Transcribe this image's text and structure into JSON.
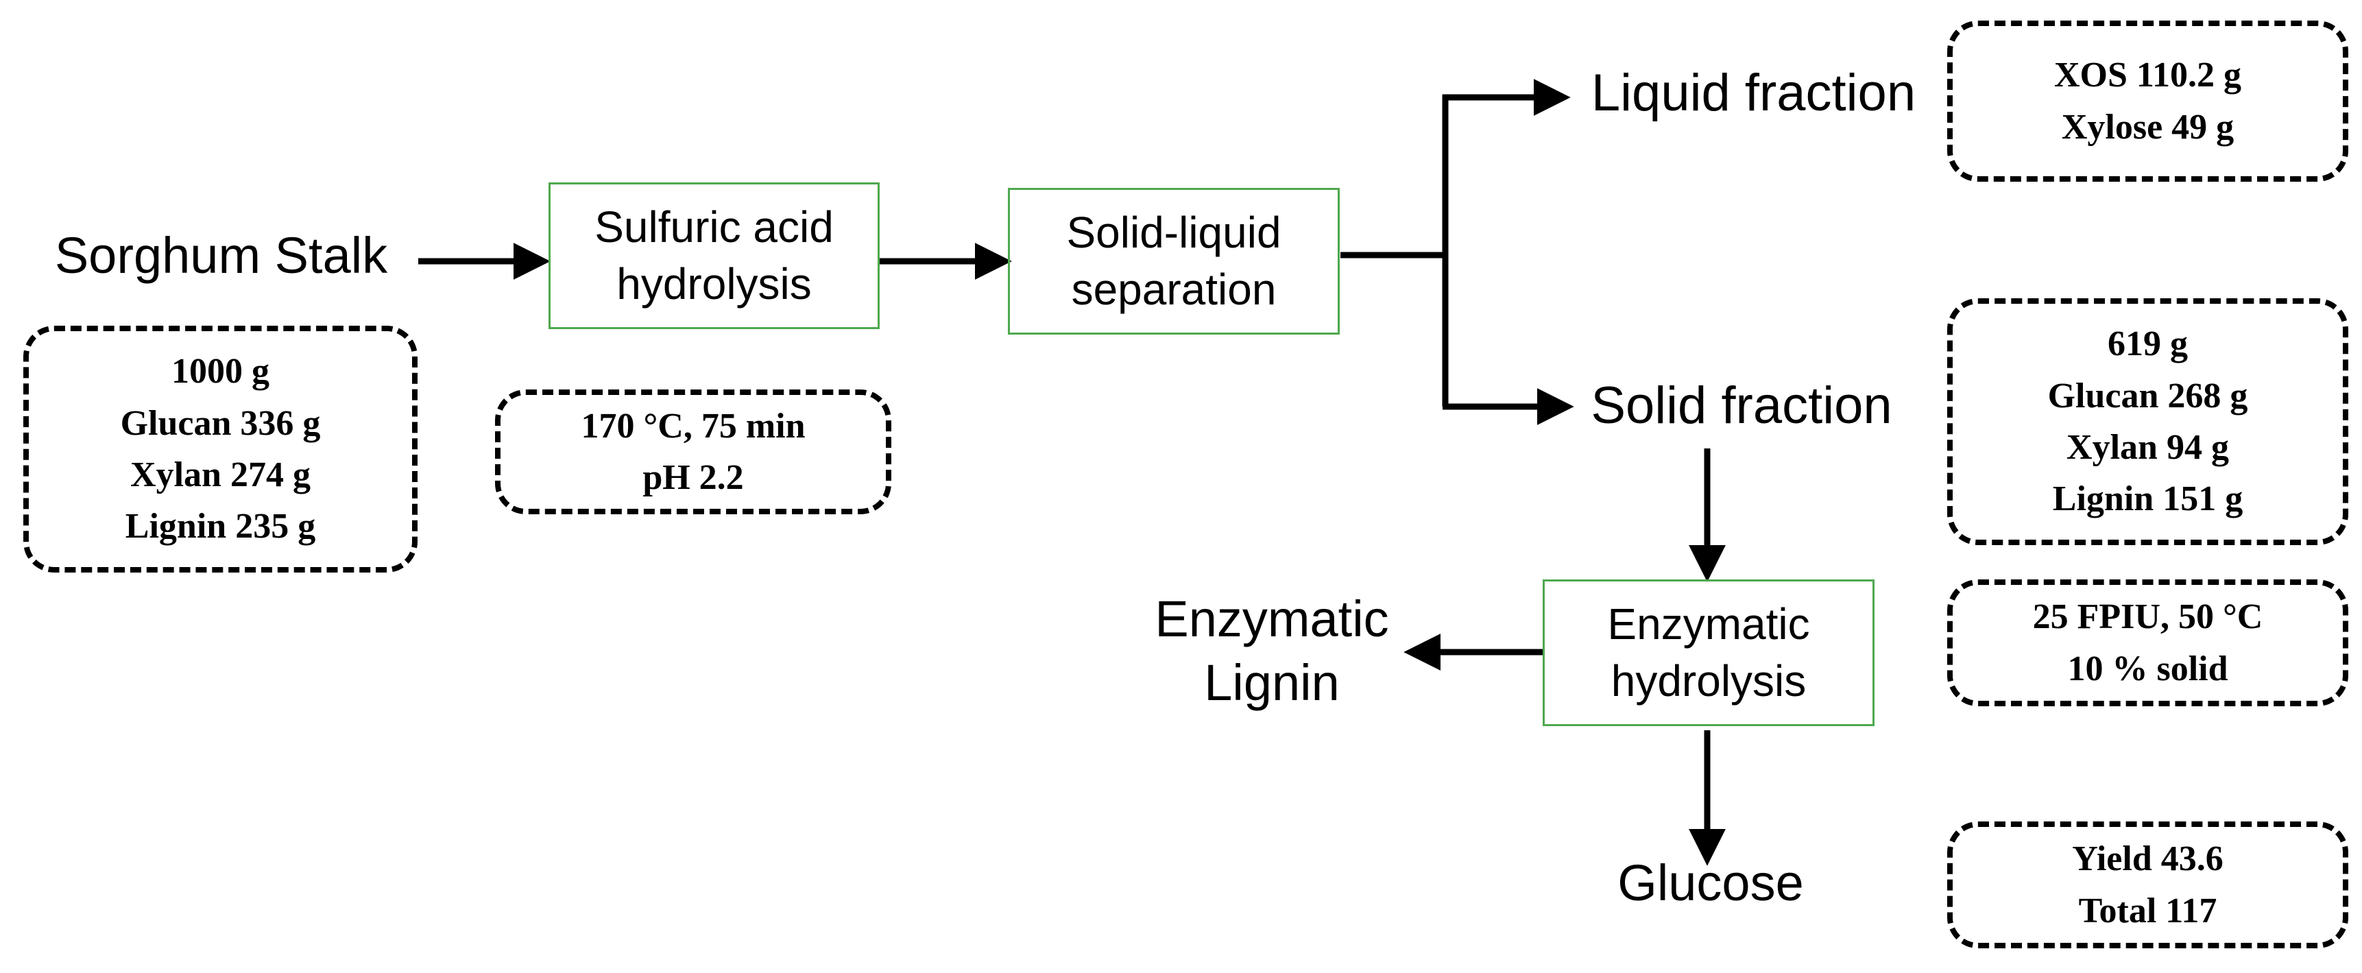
{
  "nodes": {
    "sorghum_stalk": "Sorghum Stalk",
    "acid_hydrolysis": [
      "Sulfuric acid",
      "hydrolysis"
    ],
    "separation": [
      "Solid-liquid",
      "separation"
    ],
    "liquid_fraction": "Liquid fraction",
    "solid_fraction": "Solid fraction",
    "enzymatic_hydrolysis": [
      "Enzymatic",
      "hydrolysis"
    ],
    "enzymatic_lignin": [
      "Enzymatic",
      "Lignin"
    ],
    "glucose": "Glucose"
  },
  "notes": {
    "feedstock": [
      "1000 g",
      "Glucan  336 g",
      "Xylan  274 g",
      "Lignin  235 g"
    ],
    "acid_conditions": [
      "170 °C, 75 min",
      "pH  2.2"
    ],
    "liquid": [
      "XOS  110.2 g",
      "Xylose  49 g"
    ],
    "solid": [
      "619 g",
      "Glucan  268 g",
      "Xylan  94 g",
      "Lignin  151 g"
    ],
    "enzyme_conditions": [
      "25 FPIU, 50 °C",
      "10 % solid"
    ],
    "glucose": [
      "Yield  43.6",
      "Total  117"
    ]
  },
  "colors": {
    "process_box_border": "#4ea84e",
    "arrow": "#000000",
    "note_border": "#000000"
  }
}
